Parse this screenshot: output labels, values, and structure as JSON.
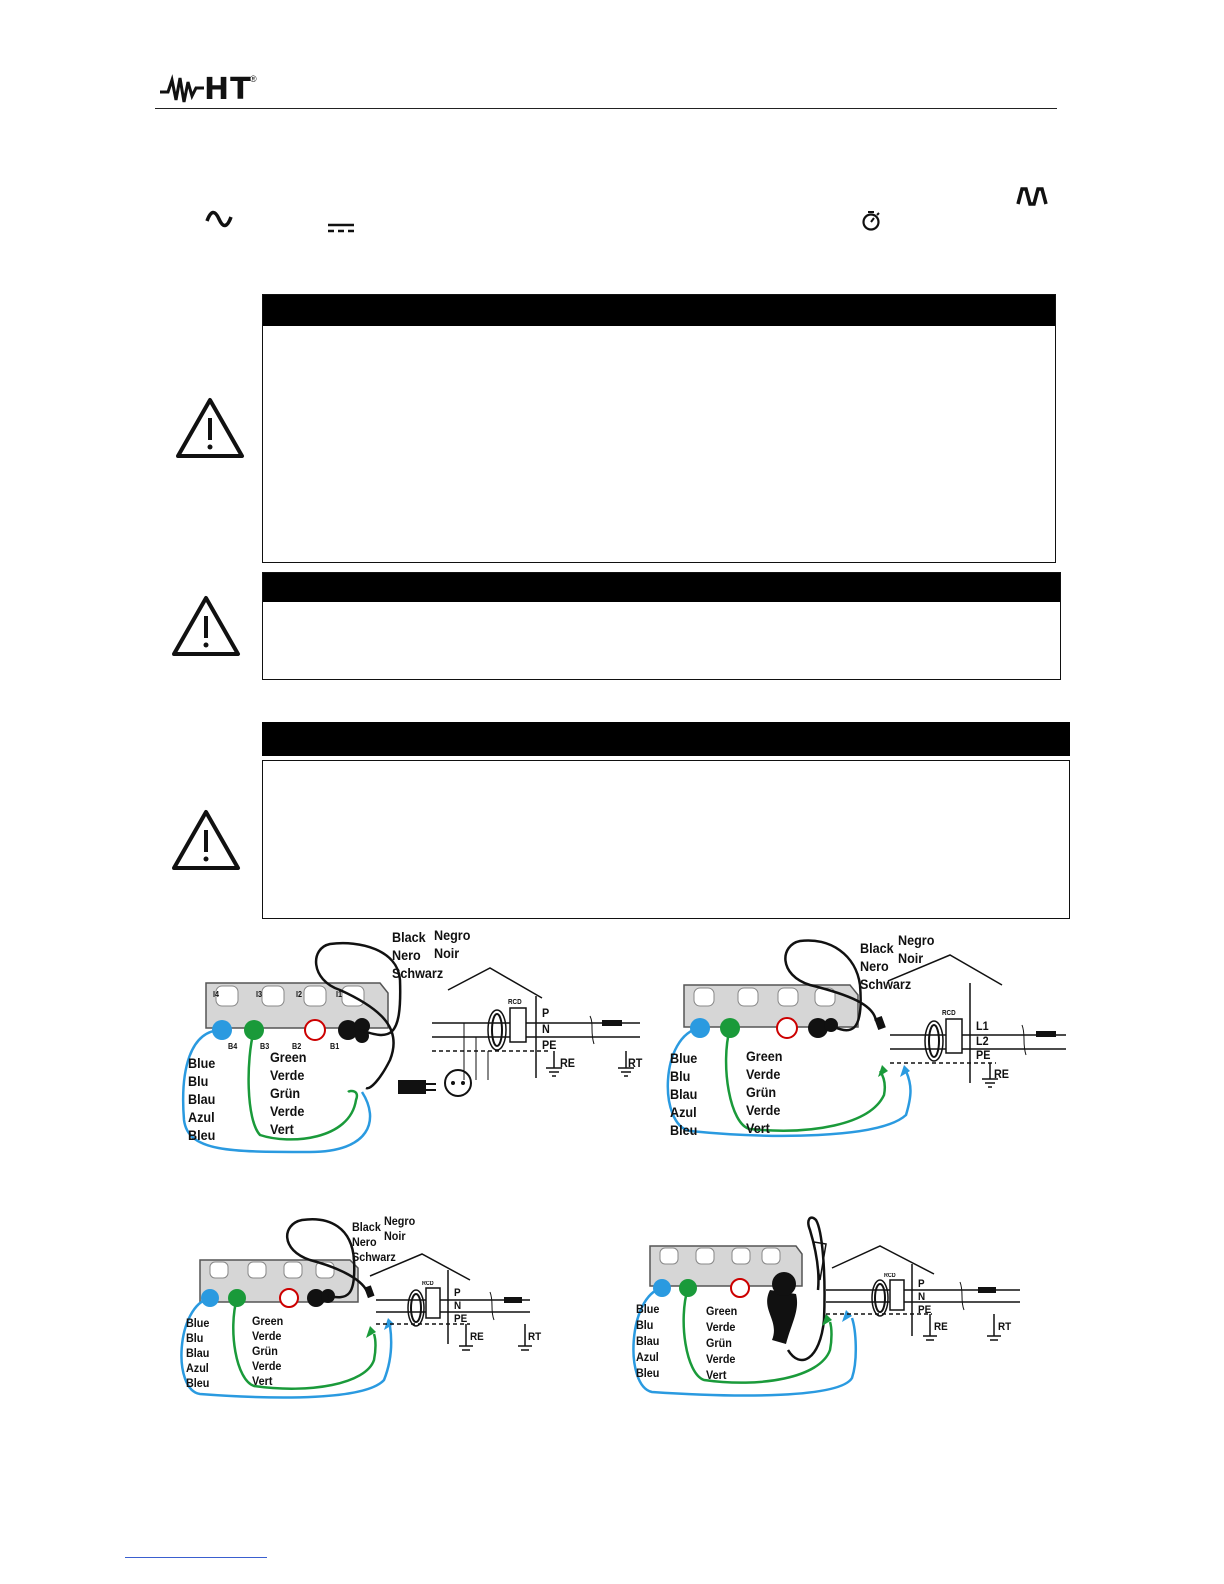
{
  "header": {
    "logo_text": "HT",
    "logo_reg": "®"
  },
  "symbols": {
    "pulse": "pulse-wave-icon",
    "ac": "ac-sine-icon",
    "dc": "dc-icon",
    "timer": "timer-icon"
  },
  "warnings": [
    {
      "icon": "warning-triangle-icon"
    },
    {
      "icon": "warning-triangle-icon"
    },
    {
      "icon": "warning-triangle-icon"
    }
  ],
  "diagrams": {
    "d1": {
      "black_labels": [
        "Black",
        "Nero",
        "Schwarz"
      ],
      "negro_labels": [
        "Negro",
        "Noir"
      ],
      "blue_labels": [
        "Blue",
        "Blu",
        "Blau",
        "Azul",
        "Bleu"
      ],
      "green_labels": [
        "Green",
        "Verde",
        "Grün",
        "Verde",
        "Vert"
      ],
      "terminals": [
        "I4",
        "I3",
        "I2",
        "I1",
        "B4",
        "B3",
        "B2",
        "B1"
      ],
      "lines": [
        "P",
        "N",
        "PE"
      ],
      "re": "RE",
      "rt": "RT",
      "rcd": "RCD"
    },
    "d2": {
      "black_labels": [
        "Black",
        "Nero",
        "Schwarz"
      ],
      "negro_labels": [
        "Negro",
        "Noir"
      ],
      "blue_labels": [
        "Blue",
        "Blu",
        "Blau",
        "Azul",
        "Bleu"
      ],
      "green_labels": [
        "Green",
        "Verde",
        "Grün",
        "Verde",
        "Vert"
      ],
      "lines": [
        "L1",
        "L2",
        "PE"
      ],
      "re": "RE",
      "rcd": "RCD"
    },
    "d3": {
      "black_labels": [
        "Black",
        "Nero",
        "Schwarz"
      ],
      "negro_labels": [
        "Negro",
        "Noir"
      ],
      "blue_labels": [
        "Blue",
        "Blu",
        "Blau",
        "Azul",
        "Bleu"
      ],
      "green_labels": [
        "Green",
        "Verde",
        "Grün",
        "Verde",
        "Vert"
      ],
      "lines": [
        "P",
        "N",
        "PE"
      ],
      "re": "RE",
      "rt": "RT",
      "rcd": "RCD"
    },
    "d4": {
      "blue_labels": [
        "Blue",
        "Blu",
        "Blau",
        "Azul",
        "Bleu"
      ],
      "green_labels": [
        "Green",
        "Verde",
        "Grün",
        "Verde",
        "Vert"
      ],
      "lines": [
        "P",
        "N",
        "PE"
      ],
      "re": "RE",
      "rt": "RT",
      "rcd": "RCD"
    }
  }
}
